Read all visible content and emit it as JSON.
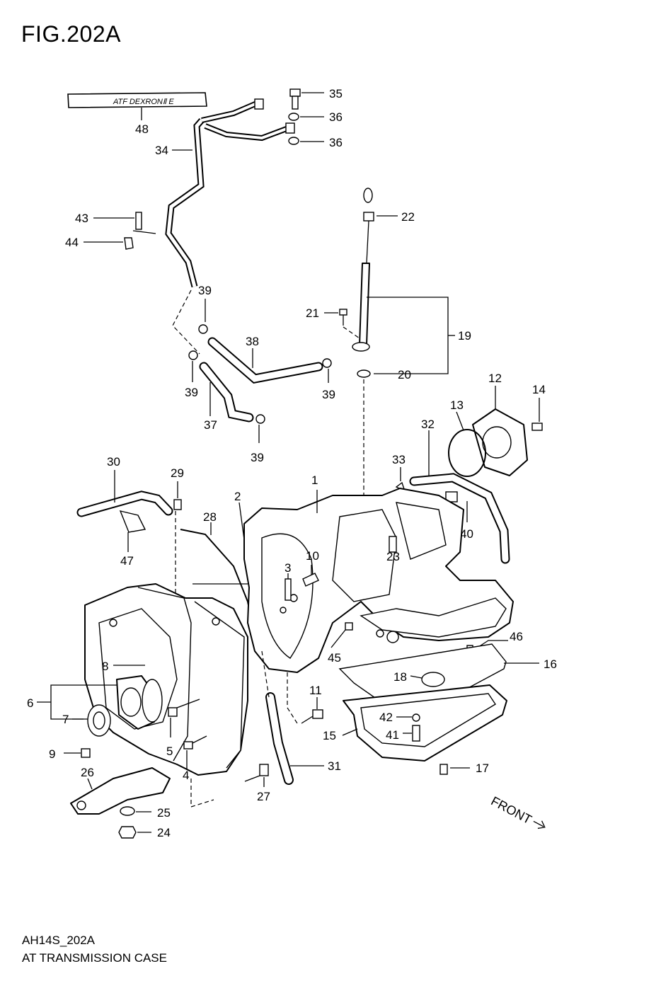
{
  "figure": {
    "title": "FIG.202A",
    "code": "AH14S_202A",
    "name": "AT TRANSMISSION CASE",
    "label_text": "ATF DEXRONⅡ E",
    "front_label": "FRONT"
  },
  "callouts": {
    "c1": "1",
    "c2": "2",
    "c3": "3",
    "c4": "4",
    "c5": "5",
    "c6": "6",
    "c7": "7",
    "c8": "8",
    "c9": "9",
    "c10": "10",
    "c11": "11",
    "c12": "12",
    "c13": "13",
    "c14": "14",
    "c15": "15",
    "c16": "16",
    "c17": "17",
    "c18": "18",
    "c19": "19",
    "c20": "20",
    "c21": "21",
    "c22": "22",
    "c23": "23",
    "c24": "24",
    "c25": "25",
    "c26": "26",
    "c27": "27",
    "c28": "28",
    "c29": "29",
    "c30": "30",
    "c31": "31",
    "c32": "32",
    "c33": "33",
    "c34": "34",
    "c35": "35",
    "c36a": "36",
    "c36b": "36",
    "c37": "37",
    "c38": "38",
    "c39a": "39",
    "c39b": "39",
    "c39c": "39",
    "c39d": "39",
    "c40": "40",
    "c41": "41",
    "c42": "42",
    "c43": "43",
    "c44": "44",
    "c45": "45",
    "c46": "46",
    "c47": "47",
    "c48": "48"
  }
}
